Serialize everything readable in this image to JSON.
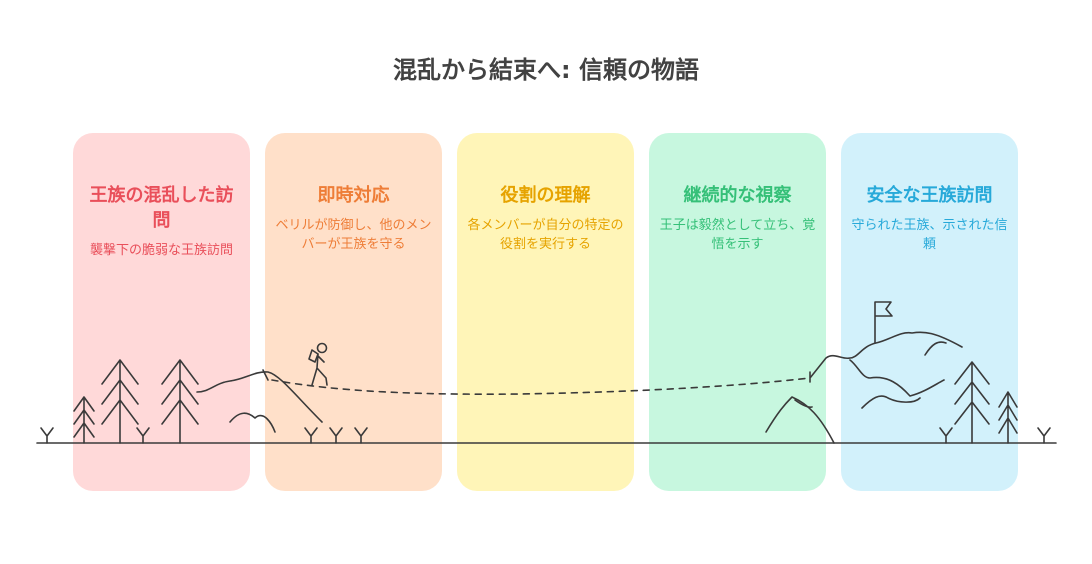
{
  "title": "混乱から結束へ: 信頼の物語",
  "stages": [
    {
      "heading": "王族の混乱した訪問",
      "description": "襲撃下の脆弱な王族訪問",
      "bg": "#ffd9d9",
      "color": "#e94f5a"
    },
    {
      "heading": "即時対応",
      "description": "ベリルが防御し、他のメンバーが王族を守る",
      "bg": "#ffe0c9",
      "color": "#ee7d37"
    },
    {
      "heading": "役割の理解",
      "description": "各メンバーが自分の特定の役割を実行する",
      "bg": "#fff5b8",
      "color": "#e6a300"
    },
    {
      "heading": "継続的な視察",
      "description": "王子は毅然として立ち、覚悟を示す",
      "bg": "#c7f7df",
      "color": "#35c078"
    },
    {
      "heading": "安全な王族訪問",
      "description": "守られた王族、示された信頼",
      "bg": "#d2f1fb",
      "color": "#27a9d9"
    }
  ],
  "icons": {
    "start": "pine-trees-icon",
    "hiker": "hiker-icon",
    "goal": "summit-flag-icon"
  },
  "line_color": "#3a3a3a"
}
